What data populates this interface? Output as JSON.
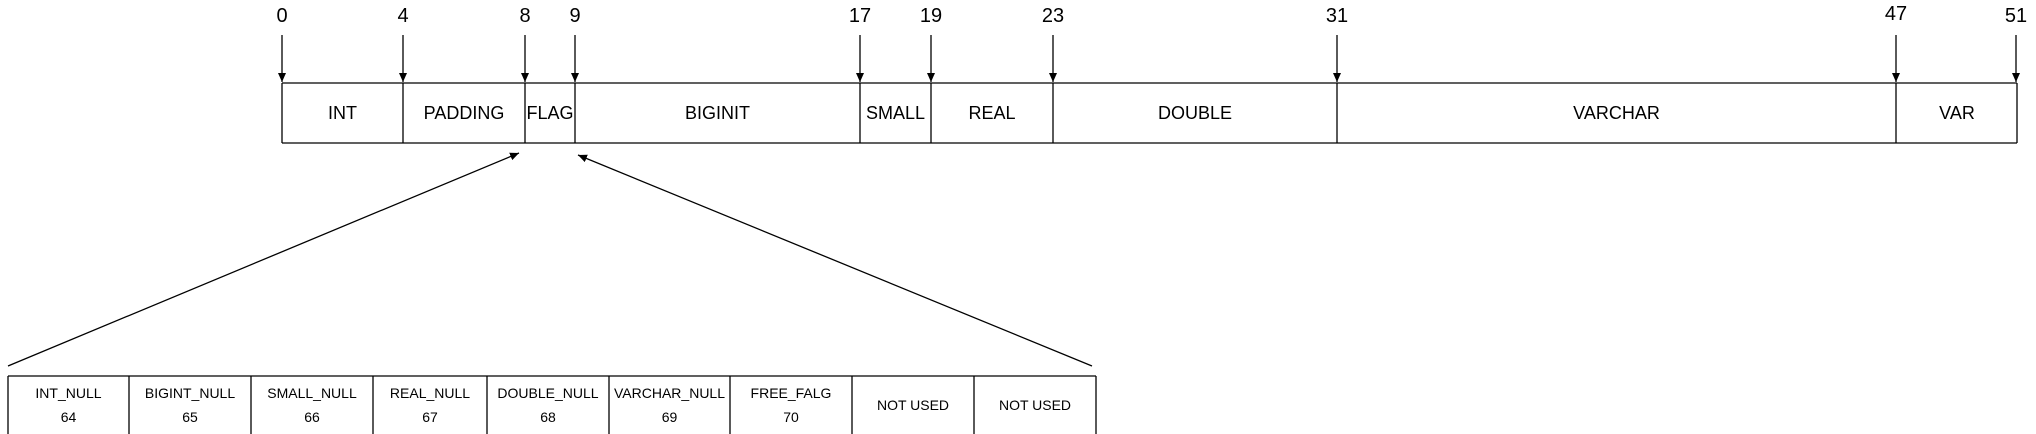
{
  "offsets": [
    {
      "label": "0"
    },
    {
      "label": "4"
    },
    {
      "label": "8"
    },
    {
      "label": "9"
    },
    {
      "label": "17"
    },
    {
      "label": "19"
    },
    {
      "label": "23"
    },
    {
      "label": "31"
    },
    {
      "label": "47"
    },
    {
      "label": "51"
    }
  ],
  "fields": [
    {
      "label": "INT"
    },
    {
      "label": "PADDING"
    },
    {
      "label": "FLAG"
    },
    {
      "label": "BIGINIT"
    },
    {
      "label": "SMALL"
    },
    {
      "label": "REAL"
    },
    {
      "label": "DOUBLE"
    },
    {
      "label": "VARCHAR"
    },
    {
      "label": "VAR"
    }
  ],
  "flag_bits": [
    {
      "name": "INT_NULL",
      "bit": "64"
    },
    {
      "name": "BIGINT_NULL",
      "bit": "65"
    },
    {
      "name": "SMALL_NULL",
      "bit": "66"
    },
    {
      "name": "REAL_NULL",
      "bit": "67"
    },
    {
      "name": "DOUBLE_NULL",
      "bit": "68"
    },
    {
      "name": "VARCHAR_NULL",
      "bit": "69"
    },
    {
      "name": "FREE_FALG",
      "bit": "70"
    },
    {
      "name": "NOT USED",
      "bit": ""
    },
    {
      "name": "NOT USED",
      "bit": ""
    }
  ]
}
